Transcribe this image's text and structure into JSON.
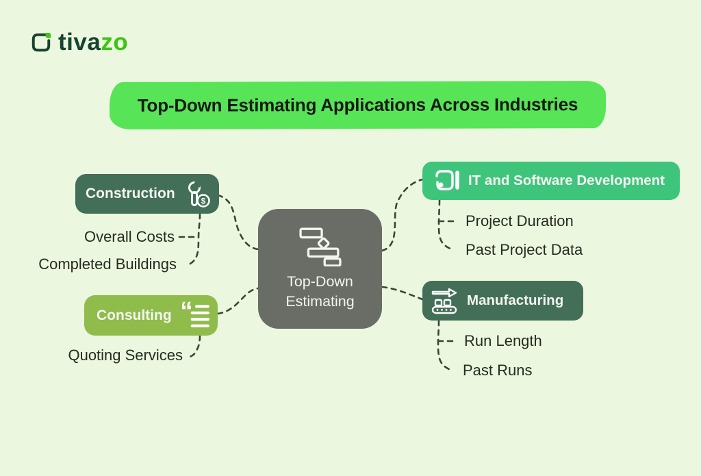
{
  "brand": {
    "name_primary": "tiva",
    "name_accent": "zo"
  },
  "title": "Top-Down Estimating Applications Across Industries",
  "center_node": {
    "line1": "Top-Down",
    "line2": "Estimating",
    "icon": "gantt-chart-icon",
    "color": "#6a6d65"
  },
  "branches": [
    {
      "label": "Construction",
      "icon": "wrench-dollar-icon",
      "color": "#436e57",
      "items": [
        "Overall Costs",
        "Completed Buildings"
      ]
    },
    {
      "label": "Consulting",
      "icon": "quote-lines-icon",
      "color": "#8fbc4b",
      "items": [
        "Quoting Services"
      ]
    },
    {
      "label": "IT and Software Development",
      "icon": "software-dev-icon",
      "color": "#3fc47c",
      "items": [
        "Project Duration",
        "Past Project Data"
      ]
    },
    {
      "label": "Manufacturing",
      "icon": "conveyor-belt-icon",
      "color": "#436e57",
      "items": [
        "Run Length",
        "Past Runs"
      ]
    }
  ],
  "icon_glyphs": {
    "coin_symbol": "$",
    "quote_marks": "“"
  },
  "colors": {
    "background": "#ecf7df",
    "title_highlight": "#57e457",
    "connector": "#3d4437",
    "logo_dark": "#17432f",
    "logo_accent": "#3cc513",
    "sub_label_text": "#252b20",
    "dark_green_node": "#436e57",
    "light_green_node": "#8fbc4b",
    "emerald_node": "#3fc47c",
    "gray_node": "#6a6d65"
  }
}
